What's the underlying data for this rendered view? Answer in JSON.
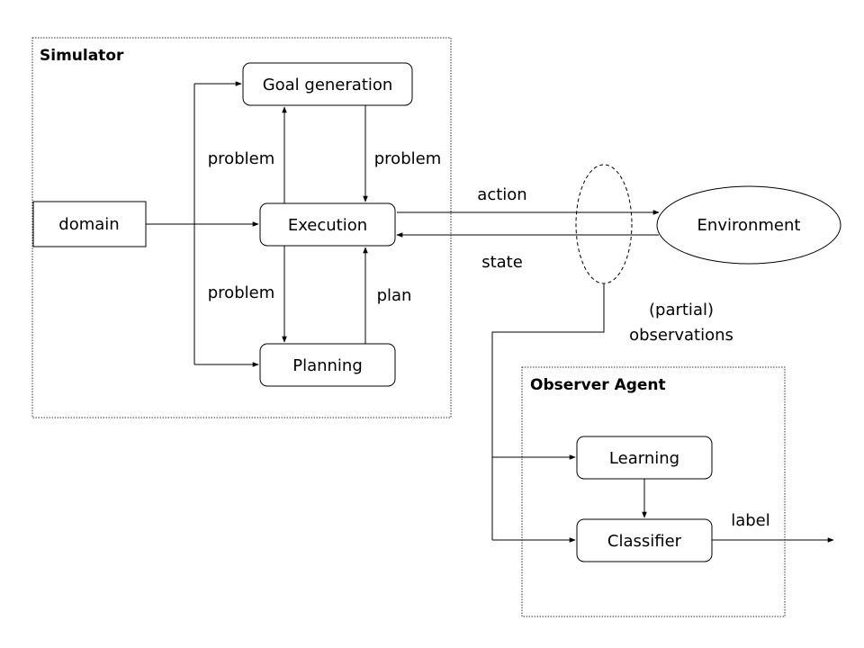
{
  "containers": {
    "simulator": "Simulator",
    "observer": "Observer Agent"
  },
  "nodes": {
    "goal_generation": "Goal generation",
    "domain": "domain",
    "execution": "Execution",
    "planning": "Planning",
    "environment": "Environment",
    "learning": "Learning",
    "classifier": "Classifier"
  },
  "edge_labels": {
    "exec_to_goal": "problem",
    "goal_to_exec": "problem",
    "exec_to_plan": "problem",
    "plan_to_exec": "plan",
    "action": "action",
    "state": "state",
    "observations_line1": "(partial)",
    "observations_line2": "observations",
    "label": "label"
  }
}
